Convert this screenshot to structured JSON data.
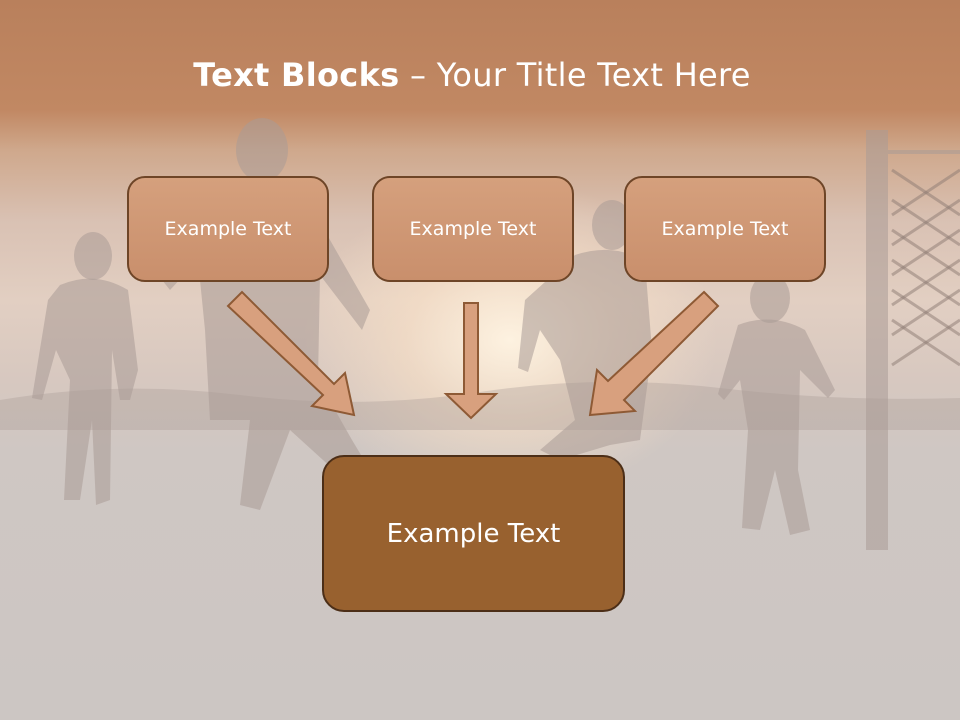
{
  "slide": {
    "title_bold": "Text Blocks",
    "title_dash": " – ",
    "title_rest": "Your Title Text Here",
    "boxes": [
      "Example Text",
      "Example Text",
      "Example Text"
    ],
    "main_box": "Example Text"
  },
  "colors": {
    "box_fill": "#cf9775",
    "box_border": "#6e4527",
    "main_box_fill": "#98612f",
    "arrow_fill": "#d8a07e",
    "arrow_stroke": "#8e5a35",
    "header_band": "#c18863"
  }
}
